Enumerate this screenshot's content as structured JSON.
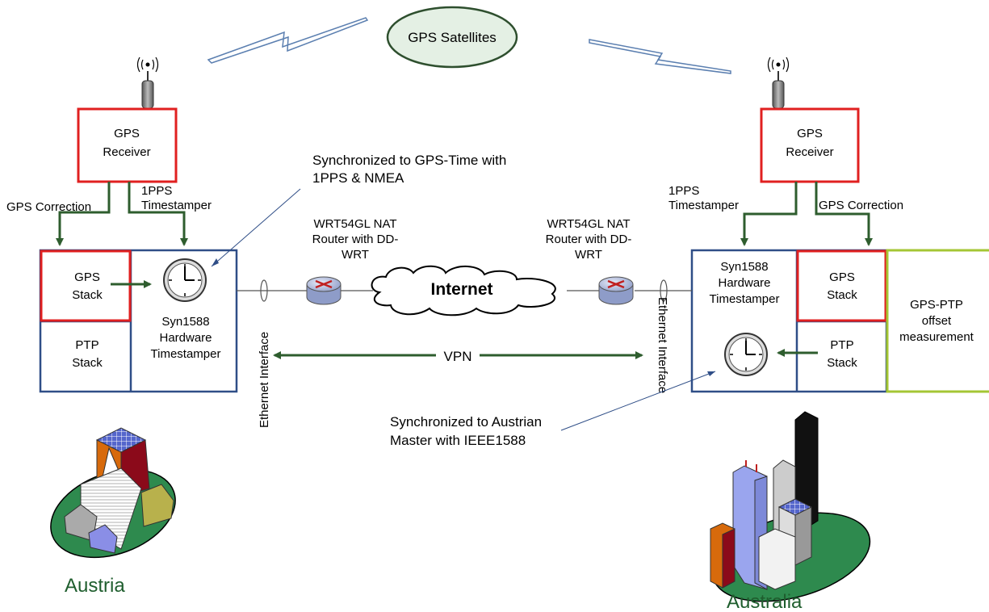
{
  "colors": {
    "box_border_blue": "#2f4e87",
    "box_border_red": "#e02020",
    "box_border_green": "#a4c634",
    "arrow_green": "#2e5d2e",
    "lightning_blue": "#5b7fb0",
    "ellipse_fill": "#e4f0e4",
    "label_green": "#1f5e2e"
  },
  "satellite": {
    "label": "GPS Satellites"
  },
  "austria": {
    "gps_receiver_line1": "GPS",
    "gps_receiver_line2": "Receiver",
    "gps_correction": "GPS Correction",
    "pps_line1": "1PPS",
    "pps_line2": "Timestamper",
    "gps_stack_line1": "GPS",
    "gps_stack_line2": "Stack",
    "ptp_stack_line1": "PTP",
    "ptp_stack_line2": "Stack",
    "syn_line1": "Syn1588",
    "syn_line2": "Hardware",
    "syn_line3": "Timestamper",
    "ethernet_label": "Ethernet Interface",
    "location_label": "Austria"
  },
  "australia": {
    "gps_receiver_line1": "GPS",
    "gps_receiver_line2": "Receiver",
    "gps_correction": "GPS Correction",
    "pps_line1": "1PPS",
    "pps_line2": "Timestamper",
    "gps_stack_line1": "GPS",
    "gps_stack_line2": "Stack",
    "ptp_stack_line1": "PTP",
    "ptp_stack_line2": "Stack",
    "syn_line1": "Syn1588",
    "syn_line2": "Hardware",
    "syn_line3": "Timestamper",
    "offset_line1": "GPS-PTP",
    "offset_line2": "offset",
    "offset_line3": "measurement",
    "ethernet_label": "Ethernet Interface",
    "location_label": "Australia"
  },
  "annotations": {
    "gps_sync_line1": "Synchronized to GPS-Time with",
    "gps_sync_line2": "1PPS & NMEA",
    "austrian_sync_line1": "Synchronized to Austrian",
    "austrian_sync_line2": "Master with IEEE1588"
  },
  "network": {
    "router_left_line1": "WRT54GL NAT",
    "router_left_line2": "Router with DD-",
    "router_left_line3": "WRT",
    "router_right_line1": "WRT54GL NAT",
    "router_right_line2": "Router with DD-",
    "router_right_line3": "WRT",
    "internet_label": "Internet",
    "vpn_label": "VPN"
  },
  "icons": [
    "antenna-icon",
    "clock-icon",
    "router-icon",
    "cloud-icon",
    "lightning-icon",
    "village-icon",
    "city-icon"
  ]
}
